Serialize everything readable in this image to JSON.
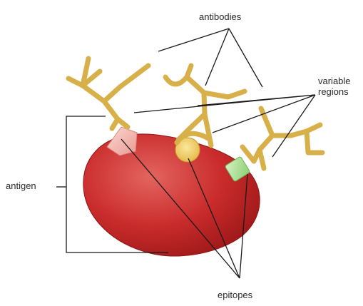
{
  "labels": {
    "antibodies": "antibodies",
    "variable_regions": [
      "variable",
      "regions"
    ],
    "antigen": "antigen",
    "epitopes": "epitopes"
  },
  "colors": {
    "antigen_fill": "#c92b2b",
    "antigen_dark": "#8f1515",
    "antibody": "#d8b04a",
    "antibody_dark": "#9a7a20",
    "epitope_pink": "#f2b6b0",
    "epitope_yellow": "#f1d067",
    "epitope_green": "#a8dc8f",
    "leader_line": "#1a1a1a"
  }
}
